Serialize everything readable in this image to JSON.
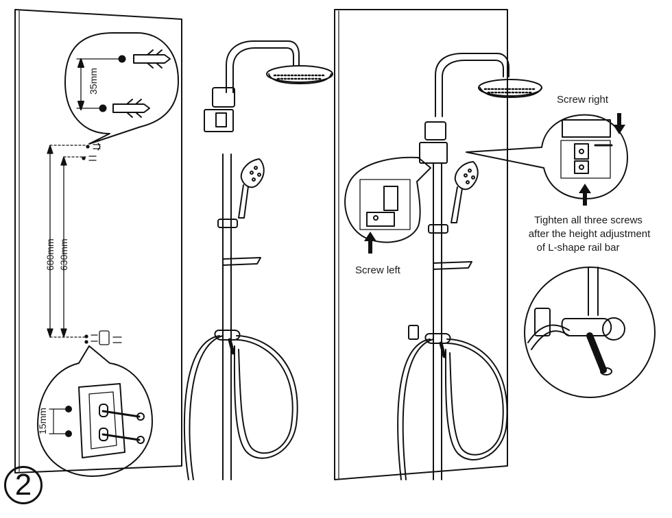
{
  "step_number": "2",
  "left_panel": {
    "dim_spacing": "35mm",
    "dim_height_a": "680mm",
    "dim_height_b": "630mm",
    "dim_bracket": "15mm"
  },
  "right_panel": {
    "screw_right": "Screw right",
    "screw_left": "Screw left",
    "tighten_line1": "Tighten all three screws",
    "tighten_line2": "after the height adjustment",
    "tighten_line3": "of L-shape rail bar"
  },
  "colors": {
    "line": "#111111",
    "background": "#ffffff"
  }
}
